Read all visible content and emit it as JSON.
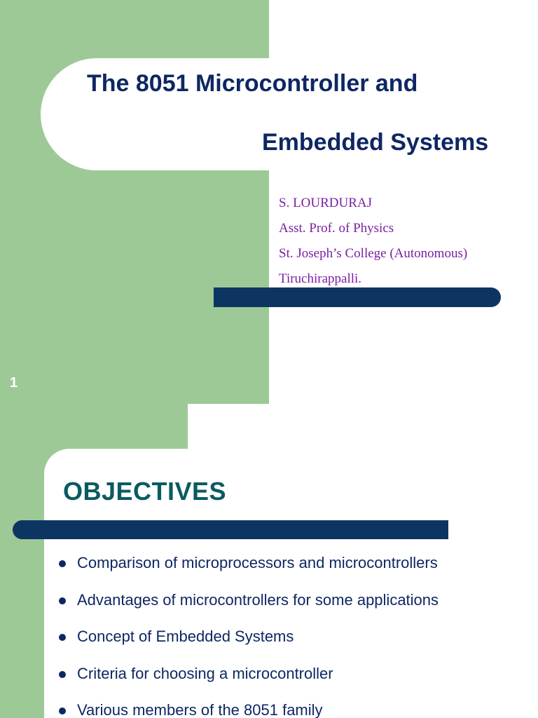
{
  "slide1": {
    "title_line1": "The 8051 Microcontroller and",
    "title_line2": "Embedded Systems",
    "author": {
      "name": "S. LOURDURAJ",
      "position": "Asst. Prof. of Physics",
      "college": "St. Joseph’s College (Autonomous)",
      "city": "Tiruchirappalli."
    },
    "slide_number": "1"
  },
  "slide2": {
    "heading": "OBJECTIVES",
    "bullets": [
      "Comparison of microprocessors and microcontrollers",
      "Advantages of microcontrollers for some applications",
      "Concept of Embedded Systems",
      "Criteria for choosing a microcontroller",
      "Various members of the 8051 family"
    ]
  },
  "colors": {
    "green_panel": "#9dc996",
    "navy_bar": "#0d3562",
    "title_text": "#0e2763",
    "author_text": "#7a1fa0",
    "heading_text": "#0b5a62"
  }
}
